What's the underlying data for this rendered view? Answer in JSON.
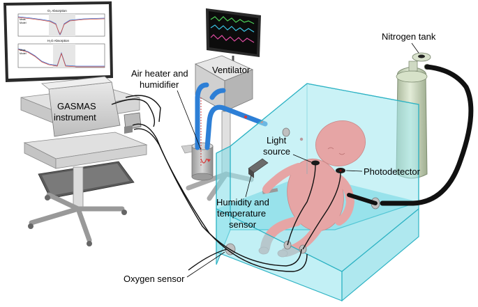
{
  "labels": {
    "nitrogen_tank": "Nitrogen tank",
    "ventilator": "Ventilator",
    "air_heater_l1": "Air heater and",
    "air_heater_l2": "humidifier",
    "gasmas_l1": "GASMAS",
    "gasmas_l2": "instrument",
    "light_source_l1": "Light",
    "light_source_l2": "source",
    "photodetector": "Photodetector",
    "humidity_l1": "Humidity and",
    "humidity_l2": "temperature",
    "humidity_l3": "sensor",
    "oxygen_sensor": "Oxygen sensor"
  },
  "screen": {
    "plot1_title": "O₂ Absorption",
    "plot2_title": "H₂O Absorption",
    "legend_measured": "Meas.",
    "legend_model": "Model"
  },
  "colors": {
    "incubator_fill": "#8fe3ec",
    "incubator_edge": "#2fb3c4",
    "infant": "#e6a5a5",
    "tube_blue": "#2d7fd6",
    "tank": "#c9d6bd",
    "hose": "#111111",
    "device_gray": "#cfcfcf"
  }
}
